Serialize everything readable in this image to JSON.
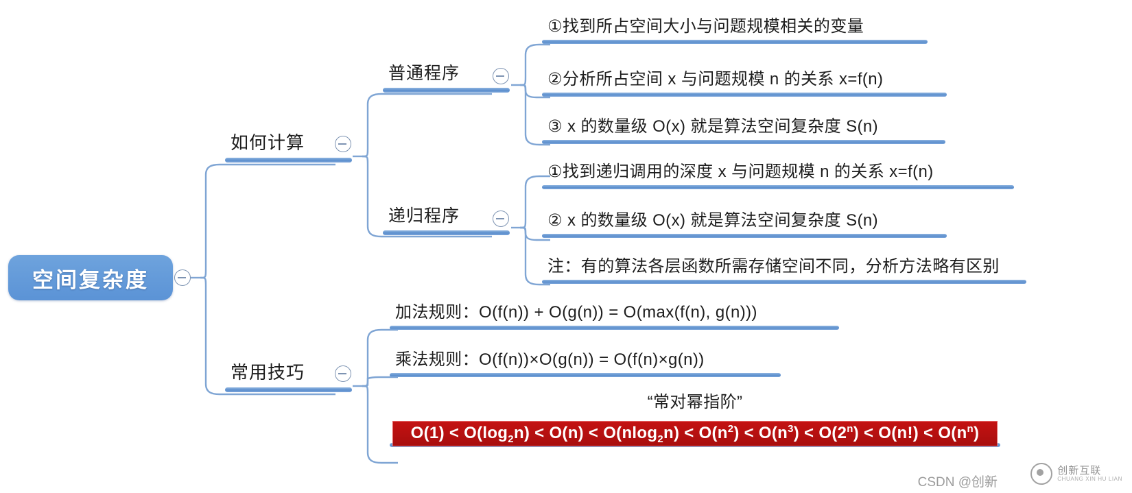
{
  "root": {
    "label": "空间复杂度",
    "toggle_icon": "minus-circle-icon"
  },
  "branches": [
    {
      "label": "如何计算",
      "toggle_icon": "minus-circle-icon",
      "children": [
        {
          "label": "普通程序",
          "toggle_icon": "minus-circle-icon",
          "children": [
            {
              "label": "①找到所占空间大小与问题规模相关的变量"
            },
            {
              "label": "②分析所占空间 x 与问题规模 n 的关系 x=f(n)"
            },
            {
              "label": "③ x 的数量级 O(x) 就是算法空间复杂度 S(n)"
            }
          ]
        },
        {
          "label": "递归程序",
          "toggle_icon": "minus-circle-icon",
          "children": [
            {
              "label": "①找到递归调用的深度 x 与问题规模 n 的关系 x=f(n)"
            },
            {
              "label": "② x 的数量级 O(x) 就是算法空间复杂度 S(n)"
            },
            {
              "label": "注：有的算法各层函数所需存储空间不同，分析方法略有区别"
            }
          ]
        }
      ]
    },
    {
      "label": "常用技巧",
      "toggle_icon": "minus-circle-icon",
      "children": [
        {
          "label": "加法规则：O(f(n)) + O(g(n)) = O(max(f(n), g(n)))"
        },
        {
          "label": "乘法规则：O(f(n))×O(g(n)) = O(f(n)×g(n))"
        },
        {
          "label": "“常对幂指阶”"
        }
      ]
    }
  ],
  "highlight": {
    "text": "O(1) < O(log2n) < O(n) < O(nlog2n) < O(n2) < O(n3) < O(2n) < O(n!) < O(nn)",
    "background_color": "#b81010",
    "text_color": "#ffffff"
  },
  "colors": {
    "root_fill": "#5b93d6",
    "branch_bar": "#5c8fcd",
    "toggle_stroke": "#7d93b2",
    "text": "#1d1d1d",
    "highlight_red": "#b81010"
  },
  "watermarks": {
    "csdn": "CSDN @创新",
    "brand_cn": "创新互联",
    "brand_en": "CHUANG XIN HU LIAN"
  }
}
